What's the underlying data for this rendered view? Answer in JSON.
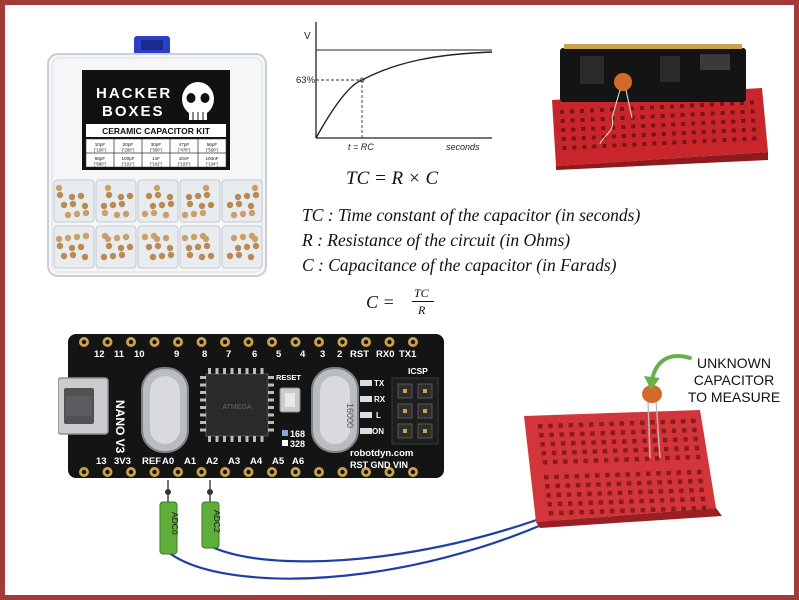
{
  "kit": {
    "brand_line1": "HACKER",
    "brand_line2": "BOXES",
    "title": "CERAMIC CAPACITOR KIT",
    "values": [
      [
        "10pF",
        "(\"100\")"
      ],
      [
        "20pF",
        "(\"200\")"
      ],
      [
        "30pF",
        "(\"300\")"
      ],
      [
        "47pF",
        "(\"470\")"
      ],
      [
        "56pF",
        "(\"560\")"
      ],
      [
        "68pF",
        "(\"680\")"
      ],
      [
        "100pF",
        "(\"101\")"
      ],
      [
        "1nF",
        "(\"102\")"
      ],
      [
        "10nF",
        "(\"103\")"
      ],
      [
        "100nF",
        "(\"104\")"
      ]
    ]
  },
  "graph": {
    "v_label": "V",
    "pct_label": "63%",
    "t_label": "t = RC",
    "x_label": "seconds"
  },
  "equations": {
    "main": "TC = R × C",
    "def_tc": "TC :  Time constant of the capacitor (in seconds)",
    "def_r": "R :  Resistance of the circuit (in Ohms)",
    "def_c": "C :  Capacitance of the capacitor (in Farads)",
    "solve_lhs": "C =",
    "solve_num": "TC",
    "solve_den": "R"
  },
  "nano": {
    "top_pins": [
      "12",
      "11",
      "10",
      "9",
      "8",
      "7",
      "6",
      "5",
      "4",
      "3",
      "2"
    ],
    "rst_label": "RST",
    "rx0_label": "RX0",
    "tx1_label": "TX1",
    "model": "NANO V3",
    "reset_label": "RESET",
    "icsp_label": "ICSP",
    "crystal_label": "16000",
    "tx_led": "TX",
    "rx_led": "RX",
    "l_led": "L",
    "on_led": "ON",
    "chip_168": "168",
    "chip_328": "328",
    "website": "robotdyn.com",
    "bottom_pins": [
      "13",
      "3V3",
      "REF",
      "A0",
      "A1",
      "A2",
      "A3",
      "A4",
      "A5",
      "A6"
    ],
    "rst_gnd_vin": "RST  GND  VIN",
    "chip_label": "ATMEGA"
  },
  "probes": {
    "adc0": "ADC0",
    "adc2": "ADC2"
  },
  "callout": {
    "line1": "UNKNOWN",
    "line2": "CAPACITOR",
    "line3": "TO MEASURE"
  },
  "colors": {
    "frame": "#a23a3a",
    "breadboard": "#c8262a",
    "pcb": "#141414",
    "wire": "#1d3fa8",
    "probe": "#5fae3a",
    "capacitor": "#d36a2c",
    "arrow": "#6ab04c"
  }
}
